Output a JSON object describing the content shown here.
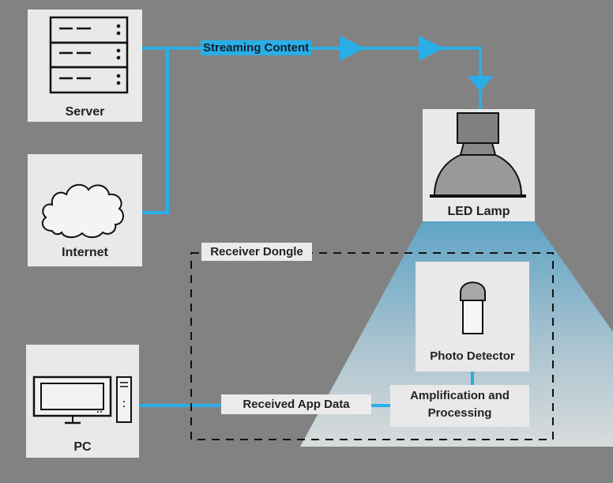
{
  "nodes": {
    "server": "Server",
    "internet": "Internet",
    "pc": "PC",
    "led_lamp": "LED Lamp",
    "photo_detector": "Photo Detector",
    "amplification": [
      "Amplification and",
      "Processing"
    ]
  },
  "labels": {
    "streaming": "Streaming Content",
    "receiver_dongle": "Receiver Dongle",
    "received_app_data": "Received App Data"
  },
  "colors": {
    "background": "#828282",
    "box": "#e9e9e9",
    "link": "#29aee8",
    "light_beam_top": "#5aa4c7",
    "light_beam_bottom": "#d8dcdc"
  }
}
